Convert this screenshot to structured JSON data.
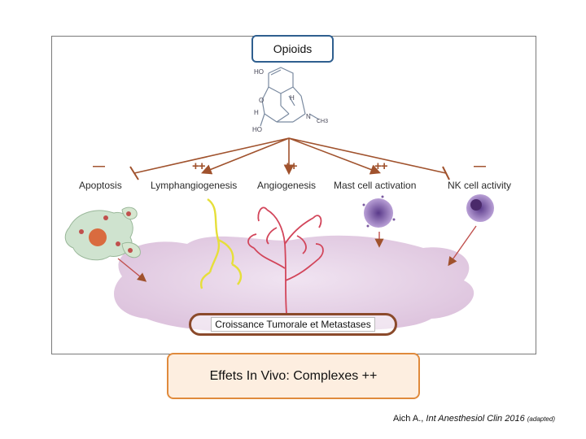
{
  "title": "Opioids",
  "effects": [
    {
      "sign": "—",
      "label": "Apoptosis"
    },
    {
      "sign": "++",
      "label": "Lymphangiogenesis"
    },
    {
      "sign": "++",
      "label": "Angiogenesis"
    },
    {
      "sign": "++",
      "label": "Mast cell activation"
    },
    {
      "sign": "—",
      "label": "NK cell activity"
    }
  ],
  "molecule": {
    "ho_top": "HO",
    "o": "O",
    "h_left": "H",
    "h_right": "H",
    "n": "N",
    "ch3": "CH3",
    "ho_bottom": "HO"
  },
  "tumor_label": "Croissance Tumorale et Metastases",
  "summary": "Effets In Vivo: Complexes ++",
  "citation": {
    "author": "Aich A., ",
    "journal": "Int Anesthesiol Clin",
    "year": " 2016 ",
    "note": "(adapted)"
  },
  "colors": {
    "arrow": "#a0522d",
    "tumor_border": "#8b4a2b",
    "summary_border": "#e08a3c",
    "title_border": "#2f5f8f"
  }
}
